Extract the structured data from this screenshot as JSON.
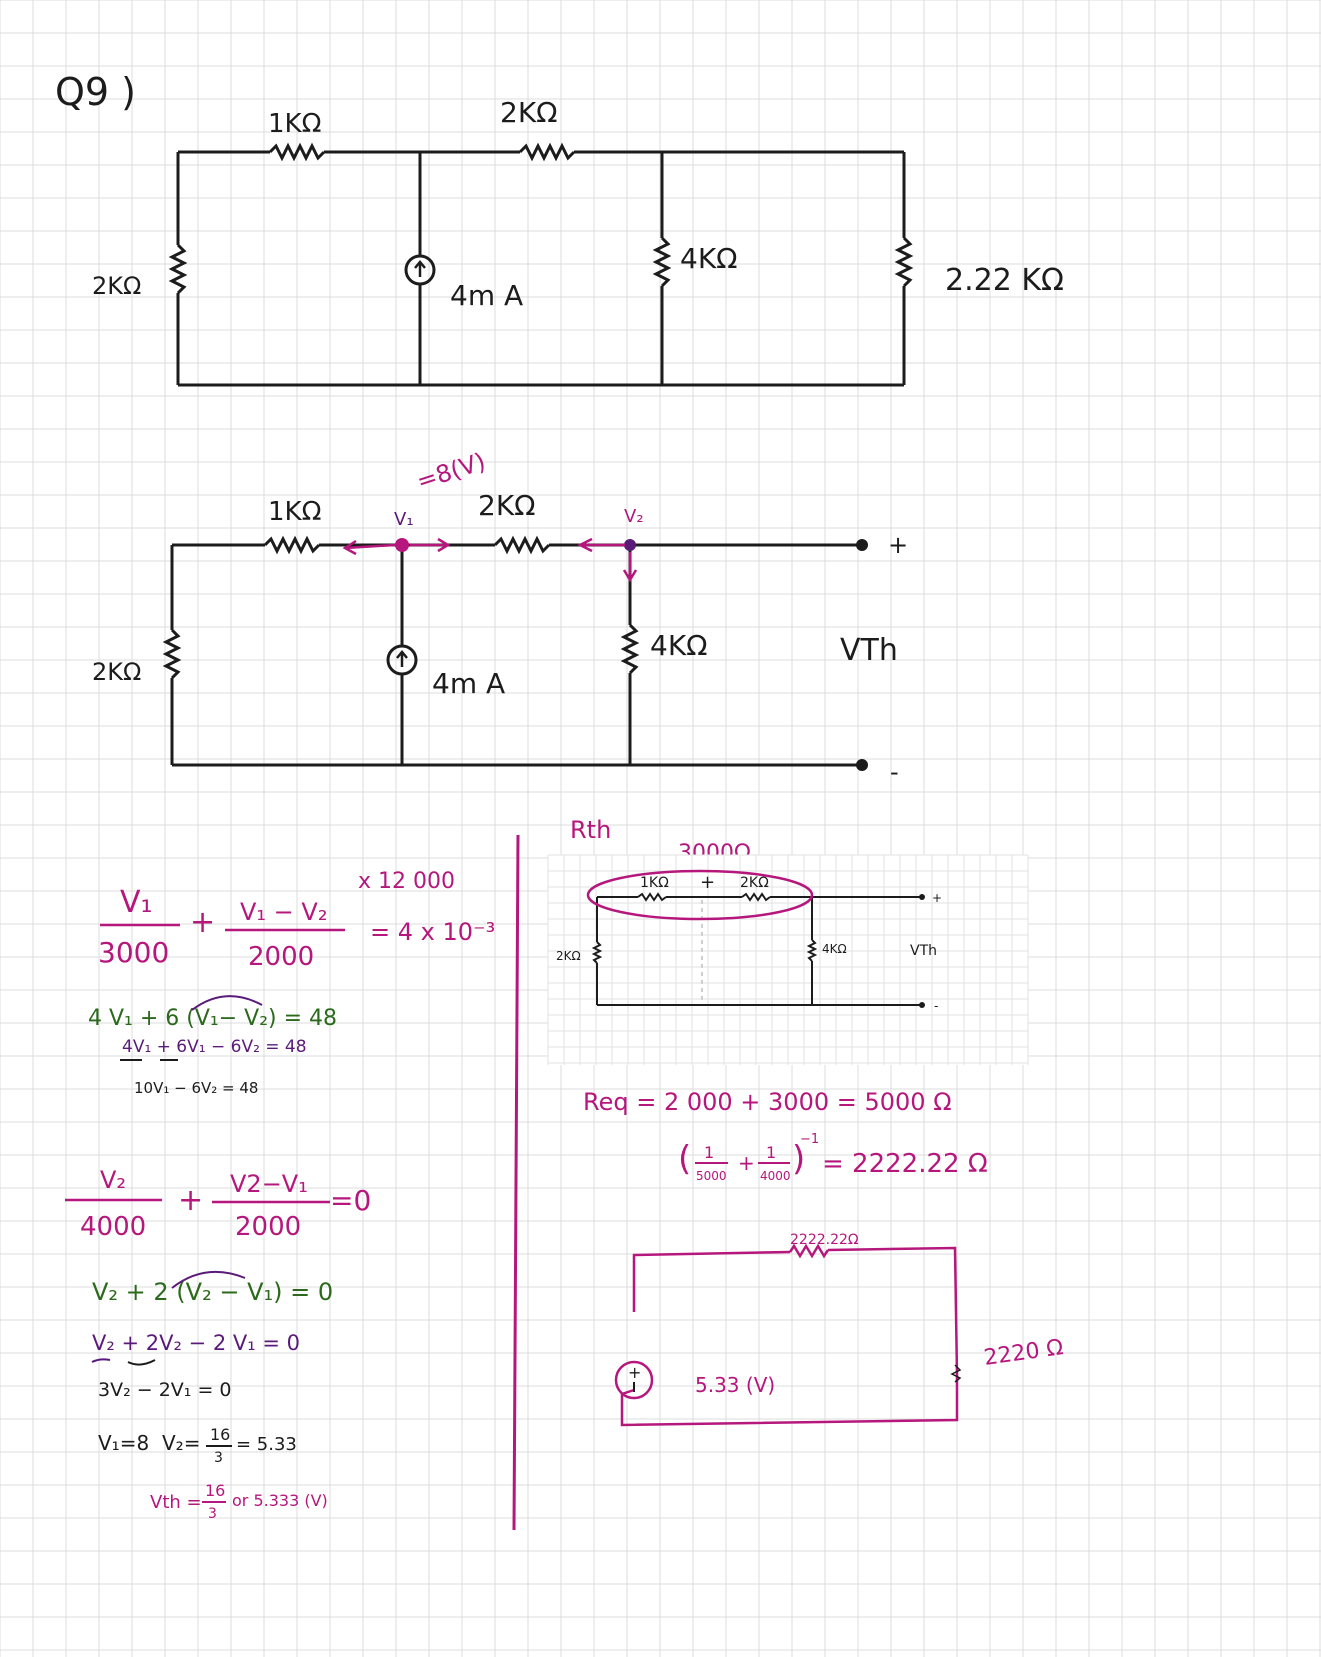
{
  "question_label": "Q9 )",
  "colors": {
    "ink": "#1c1c1c",
    "magenta": "#b5177c",
    "green": "#2b6a1c",
    "purple": "#5a1a7a",
    "grid": "#dcdcdc"
  },
  "circuit1": {
    "r_top_left": "1KΩ",
    "r_top_mid": "2KΩ",
    "r_left": "2KΩ",
    "r_mid": "4KΩ",
    "r_right": "2.22 KΩ",
    "source": "4m A"
  },
  "circuit2": {
    "r_top_left": "1KΩ",
    "r_top_mid": "2KΩ",
    "r_left": "2KΩ",
    "r_mid": "4KΩ",
    "source": "4m A",
    "v1_note": "=8(V)",
    "v1_label": "V₁",
    "v2_label": "V₂",
    "vth_label": "VTh",
    "plus": "+",
    "minus": "-"
  },
  "nodal": {
    "eq1_v1": "V₁",
    "eq1_plus": "+",
    "eq1_num2": "V₁ − V₂",
    "eq1_den1": "3000",
    "eq1_den2": "2000",
    "eq1_mult": "x 12 000",
    "eq1_rhs": "= 4 x 10⁻³",
    "step1": "4 V₁ +  6 (V₁− V₂)  = 48",
    "step2": "4V₁ + 6V₁ − 6V₂ = 48",
    "step3": "10V₁ − 6V₂ = 48",
    "eq2_num1": "V₂",
    "eq2_plus": "+",
    "eq2_num2": "V2−V₁",
    "eq2_eq0": "=0",
    "eq2_den1": "4000",
    "eq2_den2": "2000",
    "step4": "V₂ + 2 (V₂ − V₁) = 0",
    "step5": "V₂ + 2V₂ − 2 V₁ = 0",
    "step6": "3V₂ − 2V₁ = 0",
    "step7_v1": "V₁=8",
    "step7_v2": "V₂=",
    "step7_num": "16",
    "step7_den": "3",
    "step7_res": "= 5.33",
    "vth_pre": "Vth =",
    "vth_num": "16",
    "vth_den": "3",
    "vth_post": "or 5.333 (V)"
  },
  "rth": {
    "title": "Rth",
    "series_note": "3000Ω",
    "mini_1k": "1KΩ",
    "mini_plus": "+",
    "mini_2k": "2KΩ",
    "mini_2k_left": "2KΩ",
    "mini_4k": "4KΩ",
    "mini_vth": "VTh",
    "mini_plus_term": "+",
    "mini_minus_term": "-",
    "req_line": "Req = 2 000 + 3000 = 5000 Ω",
    "par_line_left": "(",
    "par_one": "1",
    "par_5000": "5000",
    "par_plus": "+",
    "par_4000": "4000",
    "par_right": ")",
    "par_exp": "−1",
    "par_result": "= 2222.22 Ω"
  },
  "thevenin": {
    "r_label": "2222.22Ω",
    "source_label": "5.33 (V)",
    "load_label": "2220 Ω"
  }
}
